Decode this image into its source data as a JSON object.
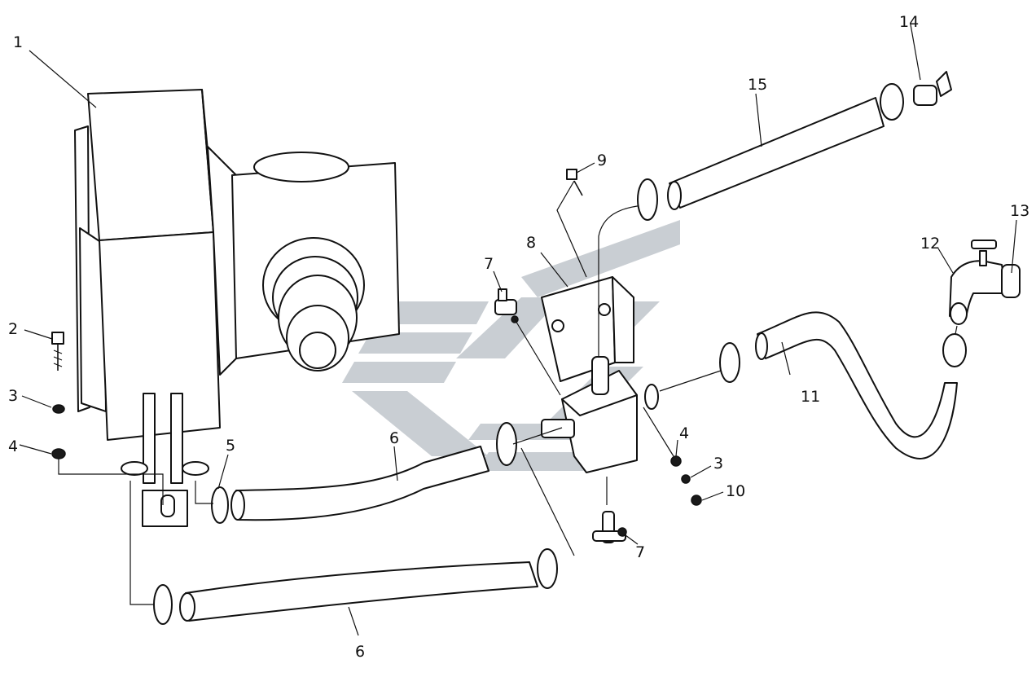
{
  "colors": {
    "line": "#111111",
    "background": "#ffffff",
    "watermark": "#c9ced3"
  },
  "watermark": {
    "icon": "company-logo-watermark"
  },
  "callouts": [
    {
      "id": "c1",
      "text": "1"
    },
    {
      "id": "c2",
      "text": "2"
    },
    {
      "id": "c3a",
      "text": "3"
    },
    {
      "id": "c4a",
      "text": "4"
    },
    {
      "id": "c5",
      "text": "5"
    },
    {
      "id": "c6a",
      "text": "6"
    },
    {
      "id": "c6b",
      "text": "6"
    },
    {
      "id": "c7a",
      "text": "7"
    },
    {
      "id": "c7b",
      "text": "7"
    },
    {
      "id": "c8",
      "text": "8"
    },
    {
      "id": "c9",
      "text": "9"
    },
    {
      "id": "c4b",
      "text": "4"
    },
    {
      "id": "c3b",
      "text": "3"
    },
    {
      "id": "c10",
      "text": "10"
    },
    {
      "id": "c11",
      "text": "11"
    },
    {
      "id": "c12",
      "text": "12"
    },
    {
      "id": "c13",
      "text": "13"
    },
    {
      "id": "c14",
      "text": "14"
    },
    {
      "id": "c15",
      "text": "15"
    }
  ]
}
